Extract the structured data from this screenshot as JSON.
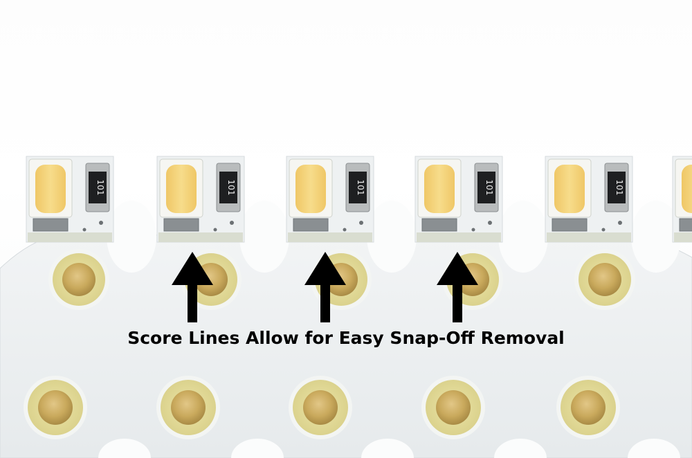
{
  "caption": "Score Lines Allow for Easy Snap-Off Removal",
  "resistor_marking": "101",
  "colors": {
    "board": "#eceff0",
    "board_edge": "#dfe3e5",
    "pad_ring": "#e4dc9a",
    "pad_gold": "#c9a95c",
    "led_lens": "#f4d47a",
    "arrow": "#000000"
  },
  "counts": {
    "led_modules": 6,
    "arrows": 3,
    "pads_upper_row": 5,
    "pads_lower_row": 5
  }
}
